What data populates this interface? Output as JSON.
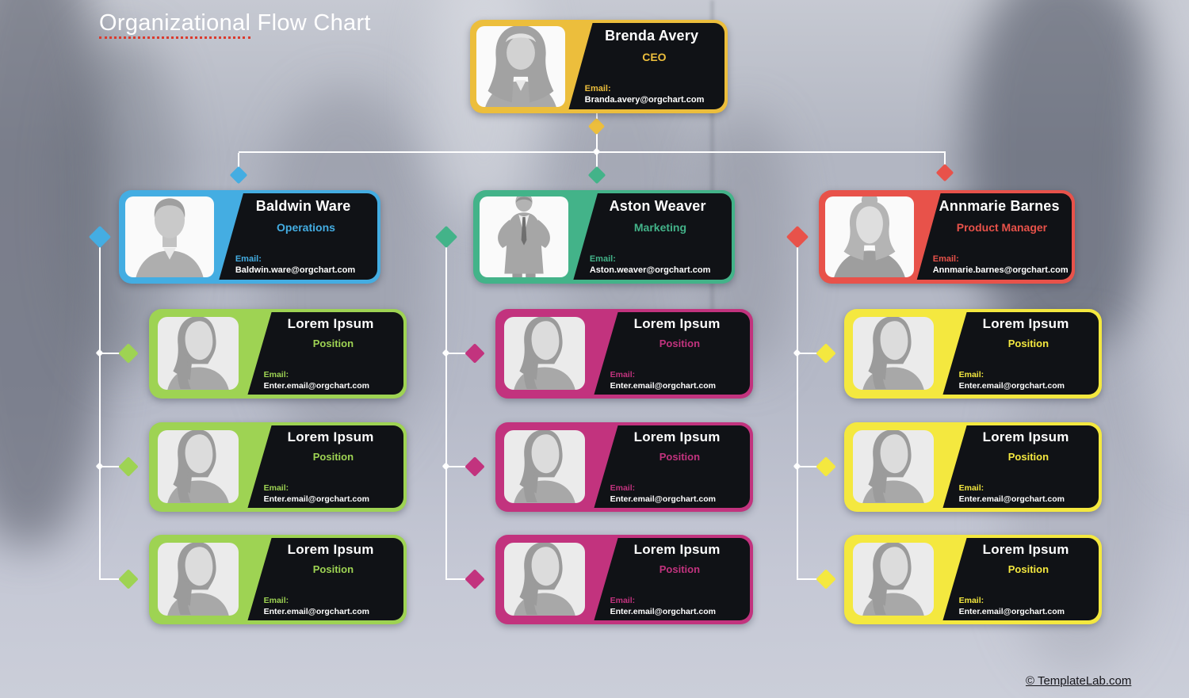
{
  "page": {
    "title": {
      "underlined_word": "Organizational",
      "rest": " Flow Chart"
    },
    "watermark": "© TemplateLab.com"
  },
  "labels": {
    "email": "Email:"
  },
  "colors": {
    "connector": "#ffffff",
    "panel_black": "#101216",
    "ceo_accent": "#ECBE3C",
    "operations_accent": "#44ADE2",
    "marketing_accent": "#43B389",
    "product_accent": "#E8524A",
    "operations_child_accent": "#9ED353",
    "marketing_child_accent": "#C2337E",
    "product_child_accent": "#F4E83F"
  },
  "org": {
    "ceo": {
      "name": "Brenda Avery",
      "title": "CEO",
      "email": "Branda.avery@orgchart.com",
      "accent": "#ECBE3C",
      "avatar": "female-headband"
    },
    "columns": [
      {
        "manager": {
          "name": "Baldwin Ware",
          "title": "Operations",
          "email": "Baldwin.ware@orgchart.com",
          "accent": "#44ADE2",
          "avatar": "male"
        },
        "child_accent": "#9ED353",
        "children": [
          {
            "name": "Lorem Ipsum",
            "title": "Position",
            "email": "Enter.email@orgchart.com",
            "avatar": "female-braid"
          },
          {
            "name": "Lorem Ipsum",
            "title": "Position",
            "email": "Enter.email@orgchart.com",
            "avatar": "female-braid"
          },
          {
            "name": "Lorem Ipsum",
            "title": "Position",
            "email": "Enter.email@orgchart.com",
            "avatar": "female-braid"
          }
        ]
      },
      {
        "manager": {
          "name": "Aston Weaver",
          "title": "Marketing",
          "email": "Aston.weaver@orgchart.com",
          "accent": "#43B389",
          "avatar": "male-standing"
        },
        "child_accent": "#C2337E",
        "children": [
          {
            "name": "Lorem Ipsum",
            "title": "Position",
            "email": "Enter.email@orgchart.com",
            "avatar": "female-braid"
          },
          {
            "name": "Lorem Ipsum",
            "title": "Position",
            "email": "Enter.email@orgchart.com",
            "avatar": "female-braid"
          },
          {
            "name": "Lorem Ipsum",
            "title": "Position",
            "email": "Enter.email@orgchart.com",
            "avatar": "female-braid"
          }
        ]
      },
      {
        "manager": {
          "name": "Annmarie Barnes",
          "title": "Product Manager",
          "email": "Annmarie.barnes@orgchart.com",
          "accent": "#E8524A",
          "avatar": "female-bun"
        },
        "child_accent": "#F4E83F",
        "children": [
          {
            "name": "Lorem Ipsum",
            "title": "Position",
            "email": "Enter.email@orgchart.com",
            "avatar": "female-braid"
          },
          {
            "name": "Lorem Ipsum",
            "title": "Position",
            "email": "Enter.email@orgchart.com",
            "avatar": "female-braid"
          },
          {
            "name": "Lorem Ipsum",
            "title": "Position",
            "email": "Enter.email@orgchart.com",
            "avatar": "female-braid"
          }
        ]
      }
    ]
  }
}
